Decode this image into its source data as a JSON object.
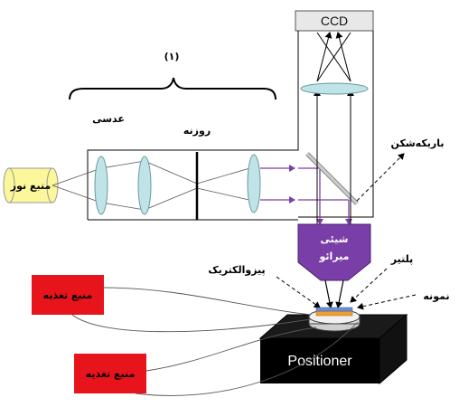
{
  "labels": {
    "ccd": "CCD",
    "group_number": "(۱)",
    "lens": "عدسی",
    "aperture": "روزنه",
    "beam_splitter": "باریکه‌شکن",
    "light_source": "منبع نور",
    "objective_line1": "شیئی",
    "objective_line2": "میرائو",
    "piezoelectric": "پیزوالکتریک",
    "peltier": "پلتیر",
    "sample": "نمونه",
    "power_supply_1": "منبع تغذیه",
    "power_supply_2": "منبع تغذیه",
    "positioner": "Positioner"
  },
  "colors": {
    "beam": "#7b3fa0",
    "objective": "#7a3ea8",
    "lens_fill": "#bfe3e6",
    "light_source": "#fbf79a",
    "power_supply": "#e8141c",
    "positioner": "#000000",
    "ccd_fill": "#e8e8e8",
    "peltier": "#f0a030",
    "sample": "#6a8fd8"
  }
}
